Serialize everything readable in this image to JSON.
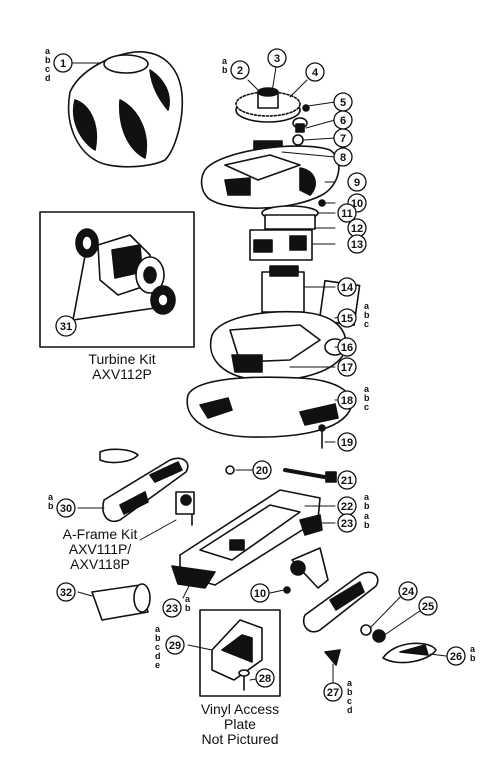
{
  "kits": {
    "turbine_title": "Turbine Kit",
    "turbine_part": "AXV112P",
    "aframe_title": "A-Frame Kit",
    "aframe_part1": "AXV111P/",
    "aframe_part2": "AXV118P",
    "vinyl_line1": "Vinyl Access",
    "vinyl_line2": "Plate",
    "vinyl_line3": "Not Pictured"
  },
  "callouts": [
    {
      "n": "1",
      "v": "abcd"
    },
    {
      "n": "2",
      "v": "ab"
    },
    {
      "n": "3",
      "v": ""
    },
    {
      "n": "4",
      "v": ""
    },
    {
      "n": "5",
      "v": ""
    },
    {
      "n": "6",
      "v": ""
    },
    {
      "n": "7",
      "v": ""
    },
    {
      "n": "8",
      "v": ""
    },
    {
      "n": "9",
      "v": ""
    },
    {
      "n": "10",
      "v": ""
    },
    {
      "n": "11",
      "v": ""
    },
    {
      "n": "12",
      "v": ""
    },
    {
      "n": "13",
      "v": ""
    },
    {
      "n": "14",
      "v": ""
    },
    {
      "n": "15",
      "v": "abc"
    },
    {
      "n": "16",
      "v": ""
    },
    {
      "n": "17",
      "v": ""
    },
    {
      "n": "18",
      "v": "abc"
    },
    {
      "n": "19",
      "v": ""
    },
    {
      "n": "20",
      "v": ""
    },
    {
      "n": "21",
      "v": ""
    },
    {
      "n": "22",
      "v": "ab"
    },
    {
      "n": "23",
      "v": "ab"
    },
    {
      "n": "24",
      "v": ""
    },
    {
      "n": "25",
      "v": ""
    },
    {
      "n": "26",
      "v": "ab"
    },
    {
      "n": "27",
      "v": "abcd"
    },
    {
      "n": "28",
      "v": ""
    },
    {
      "n": "29",
      "v": "abcde"
    },
    {
      "n": "30",
      "v": "ab"
    },
    {
      "n": "31",
      "v": ""
    },
    {
      "n": "32",
      "v": ""
    },
    {
      "n": "23",
      "v": "ab"
    },
    {
      "n": "10",
      "v": ""
    }
  ]
}
